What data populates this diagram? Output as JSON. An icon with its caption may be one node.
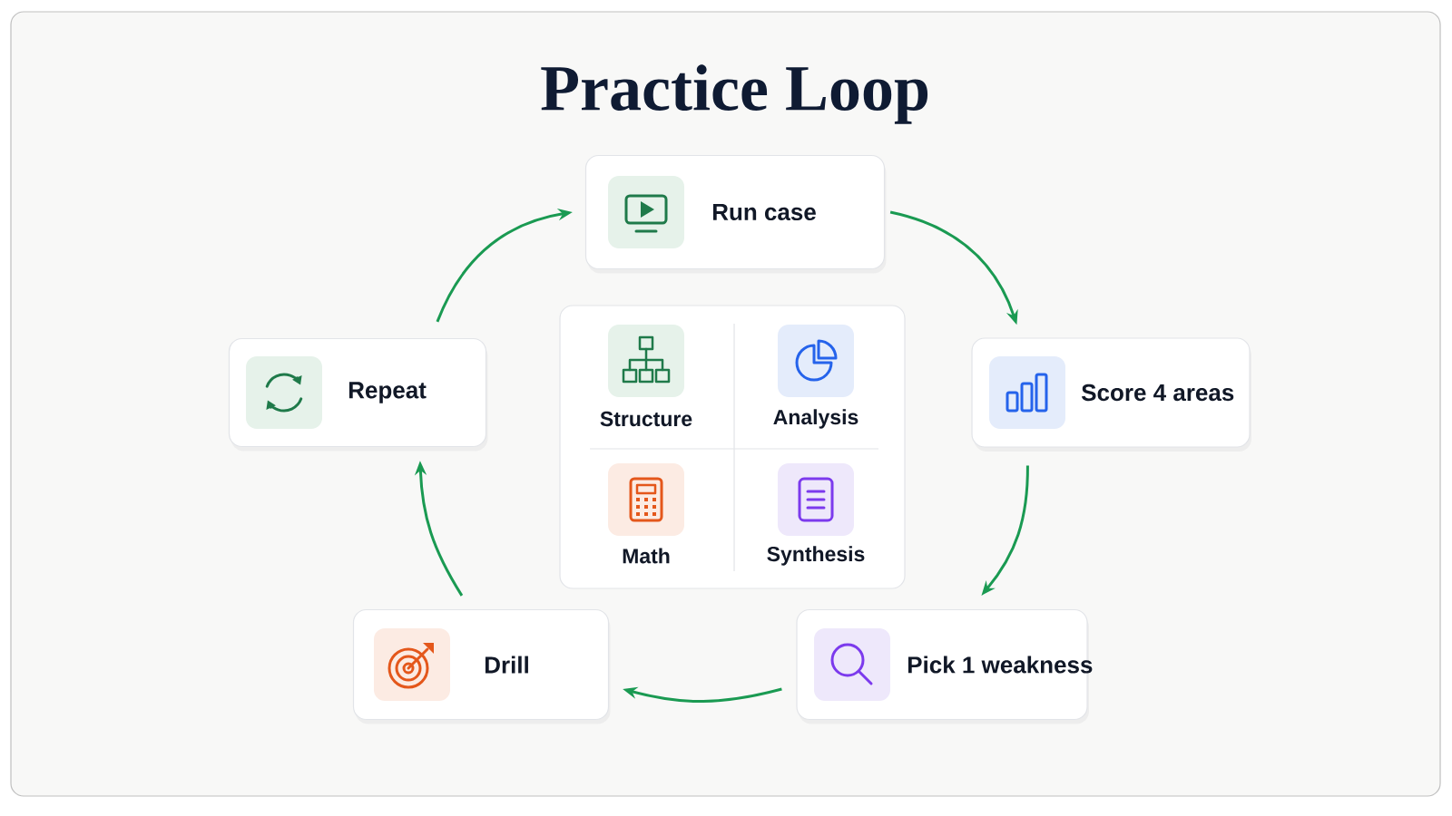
{
  "diagram": {
    "title": "Practice Loop",
    "nodes": [
      {
        "text": [
          "Run case"
        ]
      },
      {
        "text": [
          "Score 4 areas"
        ]
      },
      {
        "text": [
          "Pick 1 weakness"
        ]
      },
      {
        "text": [
          "Drill"
        ]
      },
      {
        "text": [
          "Repeat"
        ]
      },
      {
        "text": [],
        "shape": "box"
      },
      {
        "text": [
          "Structure"
        ],
        "in": 5
      },
      {
        "text": [
          "Analysis"
        ],
        "in": 5
      },
      {
        "text": [
          "Math"
        ],
        "in": 5
      },
      {
        "text": [
          "Synthesis"
        ],
        "in": 5
      }
    ],
    "edges": [
      {
        "from": 0,
        "to": 1,
        "arrow": "to"
      },
      {
        "from": 1,
        "to": 2,
        "arrow": "to"
      },
      {
        "from": 2,
        "to": 3,
        "arrow": "to"
      },
      {
        "from": 3,
        "to": 4,
        "arrow": "to"
      },
      {
        "from": 4,
        "to": 0,
        "arrow": "to"
      }
    ]
  }
}
